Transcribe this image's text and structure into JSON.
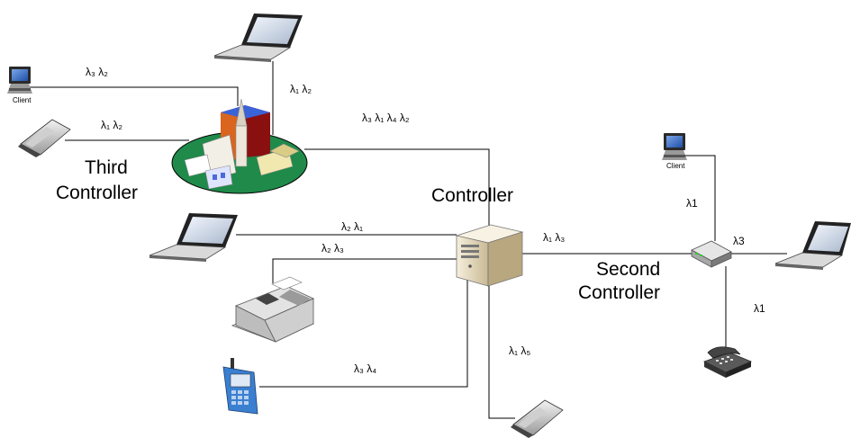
{
  "nodes": {
    "third_controller": "Third\nController",
    "controller": "Controller",
    "second_controller": "Second\nController",
    "client_left": "Client",
    "client_right": "Client"
  },
  "links": {
    "client_left_to_third": "λ₃ λ₂",
    "phone_left_to_third": "λ₁ λ₂",
    "laptop_top_to_third": "λ₁ λ₂",
    "third_to_controller": "λ₃ λ₁ λ₄ λ₂",
    "laptop_mid_to_controller": "λ₂ λ₁",
    "fax_to_controller": "λ₂ λ₃",
    "controller_to_second": "λ₁ λ₃",
    "mobile_to_controller": "λ₃ λ₄",
    "controller_to_phone_bottom": "λ₁ λ₅",
    "client_right_to_second": "λ1",
    "second_to_laptop_right": "λ3",
    "second_to_telephone": "λ1"
  }
}
